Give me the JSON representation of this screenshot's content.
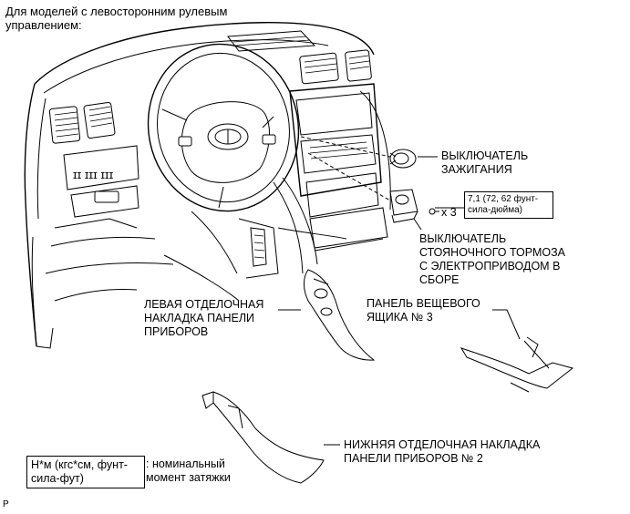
{
  "header_note": "Для моделей с левосторонним рулевым управлением:",
  "labels": {
    "ignition_switch": "ВЫКЛЮЧАТЕЛЬ\nЗАЖИГАНИЯ",
    "torque_value": "7,1 (72, 62 фунт-\nсила-дюйма)",
    "bolt_count": "x 3",
    "parking_brake": "ВЫКЛЮЧАТЕЛЬ\nСТОЯНОЧНОГО ТОРМОЗА\nС ЭЛЕКТРОПРИВОДОМ В\nСБОРЕ",
    "left_trim": "ЛЕВАЯ ОТДЕЛОЧНАЯ\nНАКЛАДКА ПАНЕЛИ\nПРИБОРОВ",
    "console_box_panel": "ПАНЕЛЬ ВЕЩЕВОГО\nЯЩИКА № 3",
    "lower_trim": "НИЖНЯЯ ОТДЕЛОЧНАЯ НАКЛАДКА\nПАНЕЛИ ПРИБОРОВ № 2"
  },
  "legend": {
    "unit": "Н*м (кгс*см, фунт-\nсила-фут)",
    "meaning": ": номинальный\nмомент затяжки"
  },
  "corner_mark": "P"
}
